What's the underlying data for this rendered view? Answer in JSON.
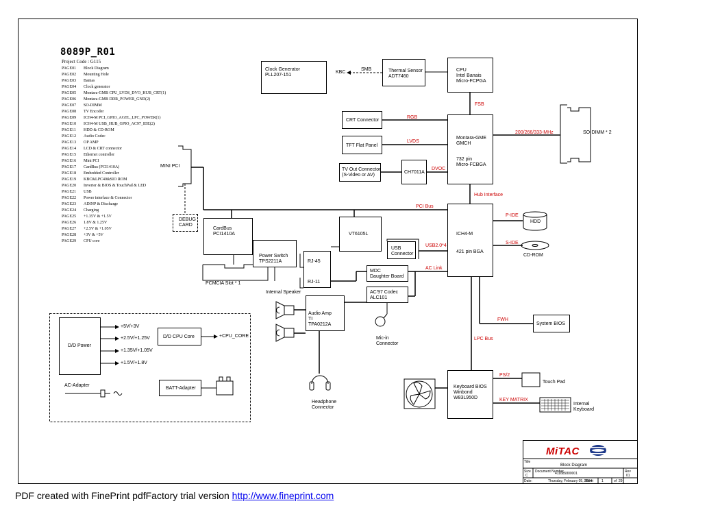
{
  "sheet": {
    "title": "8089P_R01",
    "project_code": "Project Code : G115",
    "index": [
      {
        "code": "PAGE01",
        "text": "Block Diagram"
      },
      {
        "code": "PAGE02",
        "text": "Mounting Hole"
      },
      {
        "code": "PAGE03",
        "text": "Banias"
      },
      {
        "code": "PAGE04",
        "text": "Clock generator"
      },
      {
        "code": "PAGE05",
        "text": "Montara-GMB CPU_LVDS_DVO_HUB_CRT(1)"
      },
      {
        "code": "PAGE06",
        "text": "Montara-GMB DDR_POWER_GND(2)"
      },
      {
        "code": "PAGE07",
        "text": "SO-DIMM"
      },
      {
        "code": "PAGE08",
        "text": "TV Encoder"
      },
      {
        "code": "PAGE09",
        "text": "ICH4-M PCI_GPIO_AGTL_LPC_POWER(1)"
      },
      {
        "code": "PAGE10",
        "text": "ICH4-M USB_HUB_GPIO_AC97_IDE(2)"
      },
      {
        "code": "PAGE11",
        "text": "HDD & CD-ROM"
      },
      {
        "code": "PAGE12",
        "text": "Audio Codec"
      },
      {
        "code": "PAGE13",
        "text": "OP AMP"
      },
      {
        "code": "PAGE14",
        "text": "LCD & CRT connector"
      },
      {
        "code": "PAGE15",
        "text": "Ethernet controller"
      },
      {
        "code": "PAGE16",
        "text": "Mini PCI"
      },
      {
        "code": "PAGE17",
        "text": "CardBus (PCI1410A)"
      },
      {
        "code": "PAGE18",
        "text": "Embedded Controller"
      },
      {
        "code": "PAGE19",
        "text": "KBC&LPC40&SIO ROM"
      },
      {
        "code": "PAGE20",
        "text": "Inverter & BIOS & TouchPad & LED"
      },
      {
        "code": "PAGE21",
        "text": "USB"
      },
      {
        "code": "PAGE22",
        "text": "Power interface & Connector"
      },
      {
        "code": "PAGE23",
        "text": "ADINP & Discharge"
      },
      {
        "code": "PAGE24",
        "text": "Charging"
      },
      {
        "code": "PAGE25",
        "text": "+1.35V & +1.5V"
      },
      {
        "code": "PAGE26",
        "text": "1.8V & 1.25V"
      },
      {
        "code": "PAGE27",
        "text": "+2.5V & +1.05V"
      },
      {
        "code": "PAGE28",
        "text": "+3V & +5V"
      },
      {
        "code": "PAGE29",
        "text": "CPU core"
      }
    ]
  },
  "blocks": {
    "clock_gen": [
      "Clock Generator",
      "PLL207-151"
    ],
    "thermal": [
      "Thermal Sensor",
      "ADT7460"
    ],
    "cpu": [
      "CPU",
      "Intel Banais",
      "Micro-FCPGA"
    ],
    "crt": "CRT Connector",
    "tft": "TFT Flat Panel",
    "tvout": [
      "TV Out Connector",
      "(S-Video or AV)"
    ],
    "ch7011": "CH7011A",
    "gmch": [
      "Montara-GME",
      "GMCH",
      "732 pin",
      "Micro-FCBGA"
    ],
    "sodimm": "SO-DIMM * 2",
    "minipci": "MINI PCI",
    "debug": [
      "DEBUG",
      "CARD"
    ],
    "cardbus": [
      "CardBus",
      "PCI1410A"
    ],
    "vt6105": "VT6105L",
    "ich4": [
      "ICH4-M",
      "421 pin BGA"
    ],
    "hdd": "HDD",
    "cdrom": "CD-ROM",
    "usb_conn": [
      "USB",
      "Connector"
    ],
    "power_switch": [
      "Power Switch",
      "TPS2211A"
    ],
    "rj45": "RJ-45",
    "rj11": "RJ-11",
    "pcmcia": "PCMCIA Slot * 1",
    "mdc": [
      "MDC",
      "Daughter Board"
    ],
    "ac97": [
      "AC'97 Codec",
      "ALC101"
    ],
    "int_speaker": "Internal Speaker",
    "audio_amp": [
      "Audio Amp",
      "TI",
      "TPA0212A"
    ],
    "micin": [
      "Mic-in",
      "Connector"
    ],
    "headphone": [
      "Headphone",
      "Connector"
    ],
    "sys_bios": "System BIOS",
    "kbc": [
      "Keyboard BIOS",
      "Winbond",
      "W83L950D"
    ],
    "touchpad": "Touch Pad",
    "int_kb": [
      "Internal",
      "Keyboard"
    ]
  },
  "signals": {
    "kbc_smb": "KBC",
    "smb": "SMB",
    "fsb": "FSB",
    "rgb": "RGB",
    "lvds": "LVDS",
    "dvoc": "DVOC",
    "mem": "200/266/333-MHz",
    "hub": "Hub Interface",
    "pci_bus": "PCI Bus",
    "pide": "P-IDE",
    "side": "S-IDE",
    "usb2": "USB2.0*4",
    "ac_link": "AC Link",
    "fwh": "FWH",
    "lpc": "LPC Bus",
    "ps2": "PS/2",
    "keymatrix": "KEY MATRIX"
  },
  "power": {
    "dd_power": "D/D Power",
    "rails": [
      "+5V/+3V",
      "+2.5V/+1.25V",
      "+1.35V/+1.05V",
      "+1.5V/+1.8V"
    ],
    "dd_cpu": "D/D CPU Core",
    "cpu_core": "+CPU_CORE",
    "ac_adapter": "AC-Adapter",
    "batt": "BATT-Adapter"
  },
  "title_block": {
    "logo": "MiTAC",
    "sheet_title": "Block Diagram",
    "doc_label": "Document Number",
    "doc_number": "411685800001",
    "date_label": "Date:",
    "date": "Thursday, February 05, 2004",
    "sheet_label": "Sheet",
    "sheet_no": "1",
    "of": "of",
    "total": "29",
    "size_label": "Size",
    "size": "C",
    "rev_label": "Rev",
    "rev": "01",
    "title_label": "Title"
  },
  "footer": {
    "text": "PDF created with FinePrint pdfFactory trial version ",
    "link": "http://www.fineprint.com"
  },
  "colors": {
    "signal": "#cc0000",
    "line": "#000000",
    "logo": "#cc0000",
    "logo_circle": "#1f3a8a"
  }
}
